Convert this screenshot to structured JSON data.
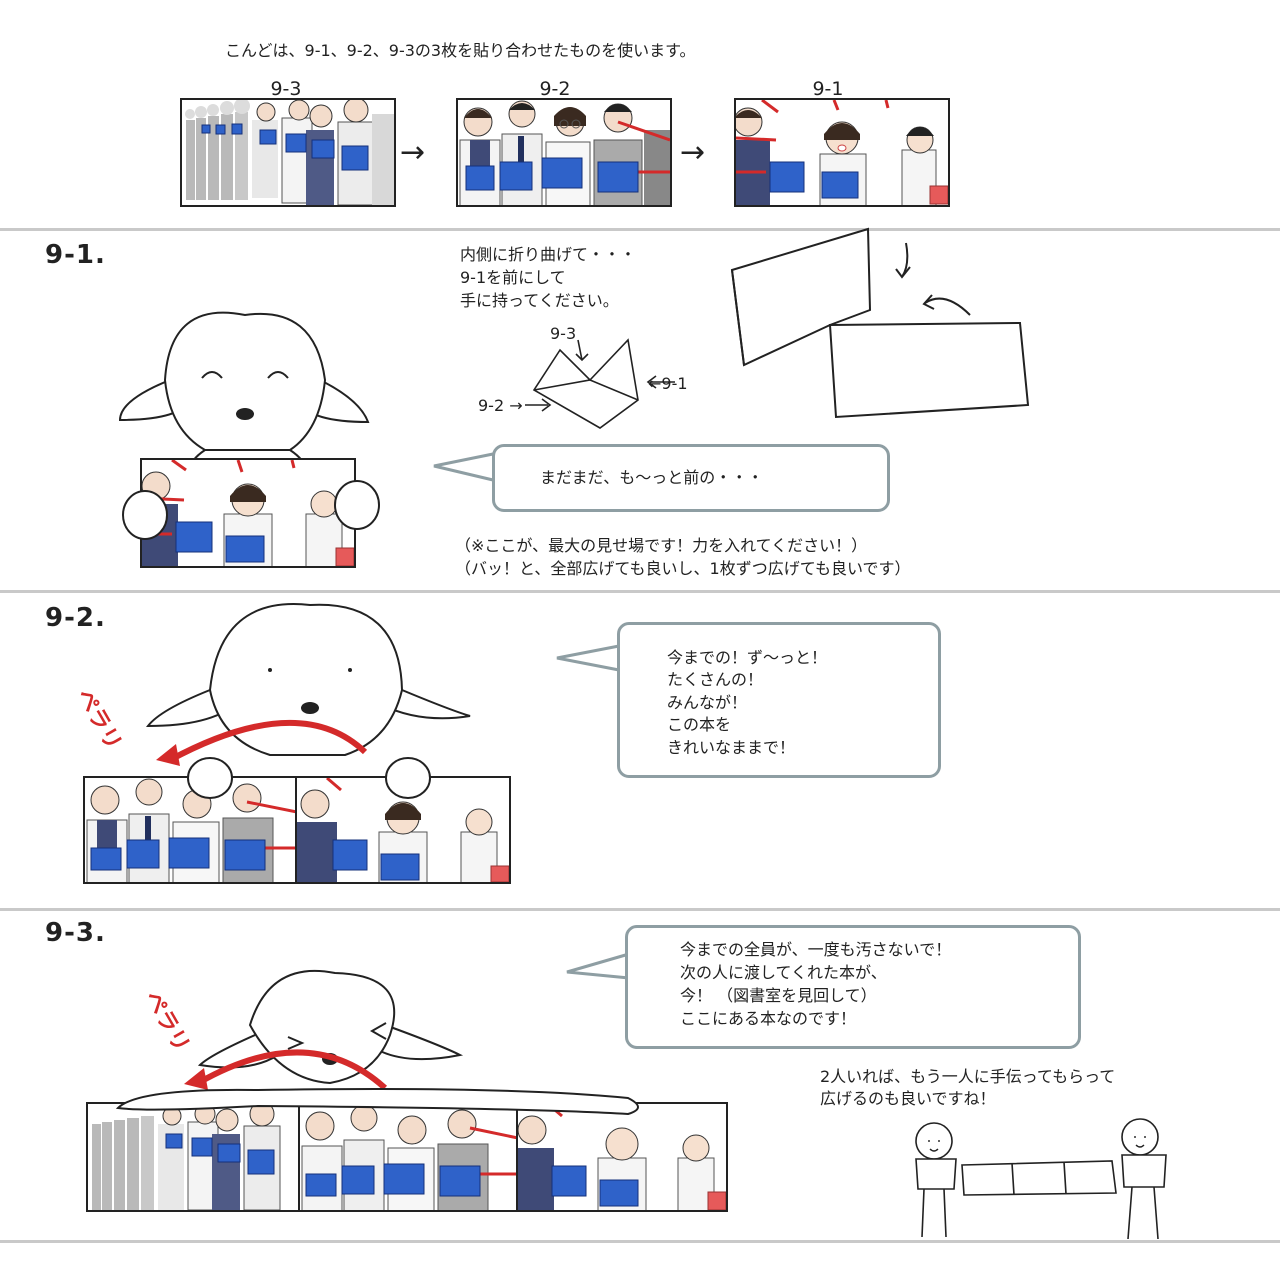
{
  "intro": {
    "text": "こんどは、9-1、9-2、9-3の3枚を貼り合わせたものを使います。",
    "sheets": [
      {
        "label": "9-3"
      },
      {
        "label": "9-2"
      },
      {
        "label": "9-1"
      }
    ],
    "arrow": "→"
  },
  "step1": {
    "heading": "9-1.",
    "instruction": [
      "内側に折り曲げて・・・",
      "9-1を前にして",
      "手に持ってください。"
    ],
    "fold_labels": {
      "top": "9-3",
      "left": "9-2 →",
      "right": "←9-1"
    },
    "bubble": "まだまだ、も～っと前の・・・",
    "note": [
      "（※ここが、最大の見せ場です！力を入れてください！）",
      "（バッ！と、全部広げても良いし、1枚ずつ広げても良いです）"
    ]
  },
  "step2": {
    "heading": "9-2.",
    "sfx": "ペラリ",
    "bubble": [
      "今までの！ず～っと！",
      "たくさんの！",
      "みんなが！",
      "この本を",
      "きれいなままで！"
    ]
  },
  "step3": {
    "heading": "9-3.",
    "sfx": "ペラリ",
    "bubble": [
      "今までの全員が、一度も汚さないで！",
      "次の人に渡してくれた本が、",
      "今！ （図書室を見回して）",
      "ここにある本なのです！"
    ],
    "tip": [
      "2人いれば、もう一人に手伝ってもらって",
      "広げるのも良いですね！"
    ]
  },
  "colors": {
    "book": "#2f62c9",
    "red_line": "#d42a2a",
    "bubble_border": "#8e9ea3",
    "divider": "#c9c9c9"
  }
}
